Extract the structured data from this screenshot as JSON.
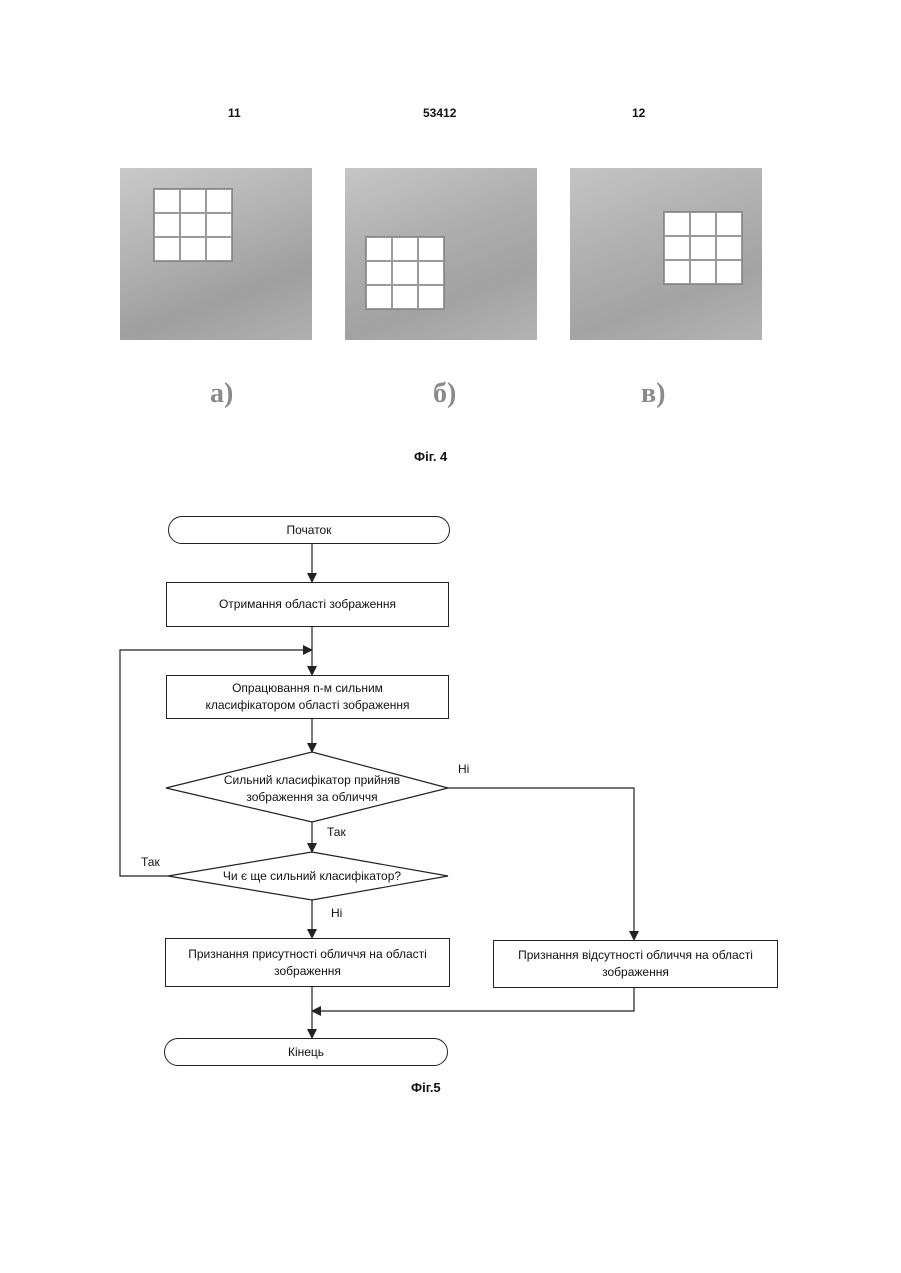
{
  "fig4": {
    "labels": [
      "11",
      "53412",
      "12"
    ],
    "subcaptions": [
      "а)",
      "б)",
      "в)"
    ],
    "caption": "Фіг. 4"
  },
  "fig5": {
    "start": "Початок",
    "step_get_region": "Отримання області зображення",
    "step_process_line1": "Опрацювання n-м сильним",
    "step_process_line2": "класифікатором області зображення",
    "decision_accept_line1": "Сильний класифікатор прийняв",
    "decision_accept_line2": "зображення за обличчя",
    "decision_more": "Чи є ще сильний класифікатор?",
    "face_present_line1": "Признання присутності обличчя на області",
    "face_present_line2": "зображення",
    "face_absent_line1": "Признання відсутності обличчя на області",
    "face_absent_line2": "зображення",
    "end": "Кінець",
    "label_no_1": "Ні",
    "label_yes_1": "Так",
    "label_yes_2": "Так",
    "label_no_2": "Ні",
    "caption": "Фіг.5"
  },
  "colors": {
    "panel_gray": "#a9a9a9",
    "line": "#222222",
    "subcaption_gray": "#8a8a8a"
  }
}
